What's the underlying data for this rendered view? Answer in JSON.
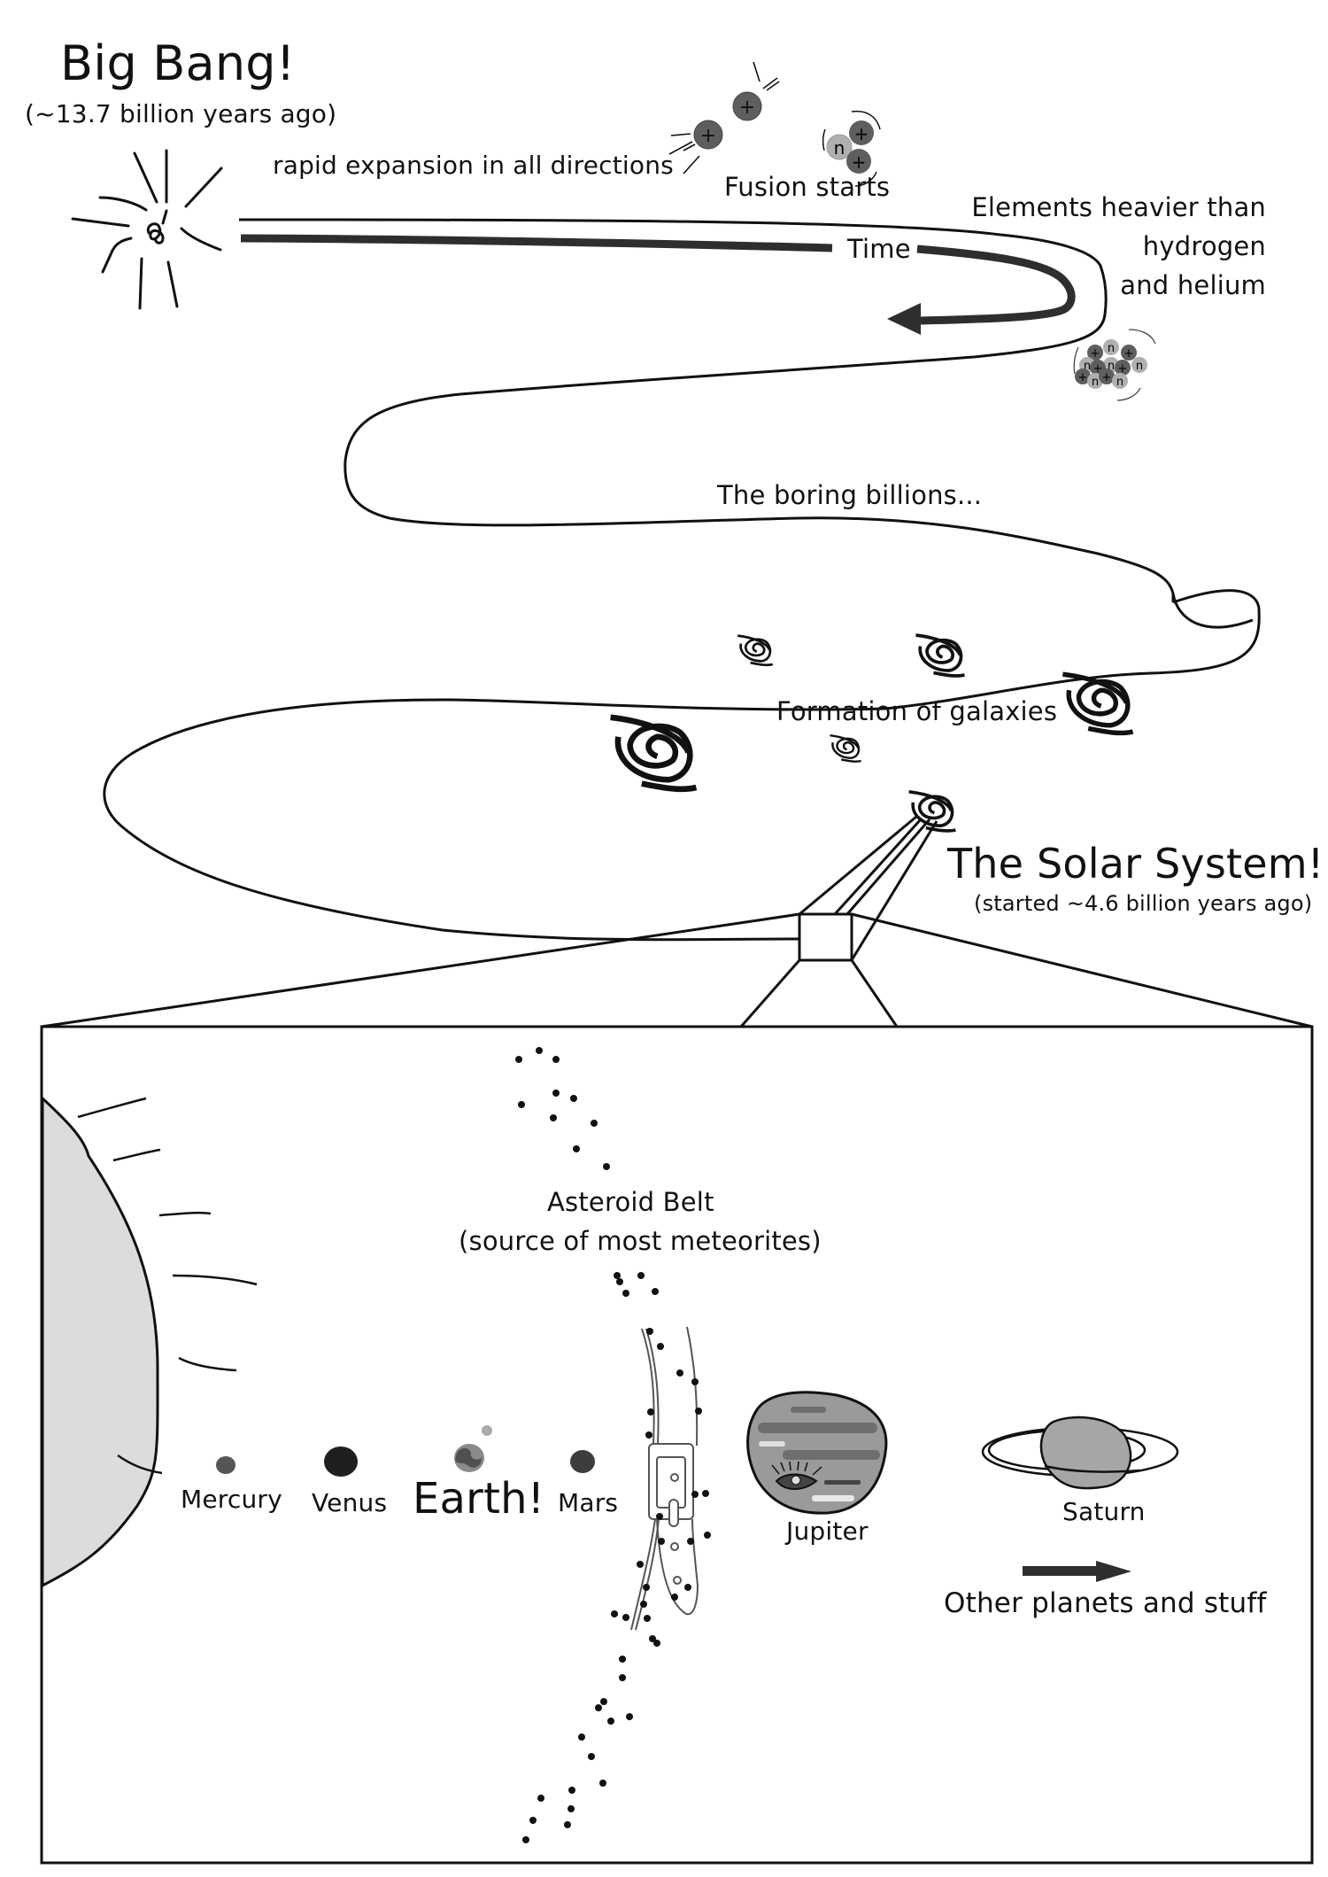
{
  "title": "Timeline from the Big Bang to the Solar System",
  "big_bang": {
    "title": "Big Bang!",
    "subtitle": "(~13.7 billion years ago)",
    "caption": "rapid expansion in all directions"
  },
  "timeline": {
    "arrow_label": "Time",
    "fusion_label": "Fusion starts",
    "heavier_elements_lines": [
      "Elements heavier than",
      "hydrogen",
      "and helium"
    ],
    "boring_label": "The boring billions...",
    "galaxies_label": "Formation of galaxies",
    "particle_symbols": {
      "proton": "+",
      "neutron": "n"
    }
  },
  "solar_system": {
    "title": "The Solar System!",
    "subtitle": "(started ~4.6 billion years ago)"
  },
  "inset": {
    "asteroid_belt_title": "Asteroid Belt",
    "asteroid_belt_subtitle": "(source of most meteorites)",
    "planets": [
      {
        "name": "Mercury",
        "color": "#555555"
      },
      {
        "name": "Venus",
        "color": "#1f1f1f"
      },
      {
        "name": "Earth!",
        "color": "#6a6a6a"
      },
      {
        "name": "Mars",
        "color": "#3d3d3d"
      },
      {
        "name": "Jupiter",
        "color": "#9a9a9a"
      },
      {
        "name": "Saturn",
        "color": "#a6a6a6"
      }
    ],
    "other_label": "Other planets and stuff",
    "sun_color": "#dcdcdc"
  },
  "colors": {
    "ink": "#111111",
    "proton": "#5e5e5e",
    "neutron": "#b0b0b0",
    "arrow": "#2e2e2e"
  }
}
